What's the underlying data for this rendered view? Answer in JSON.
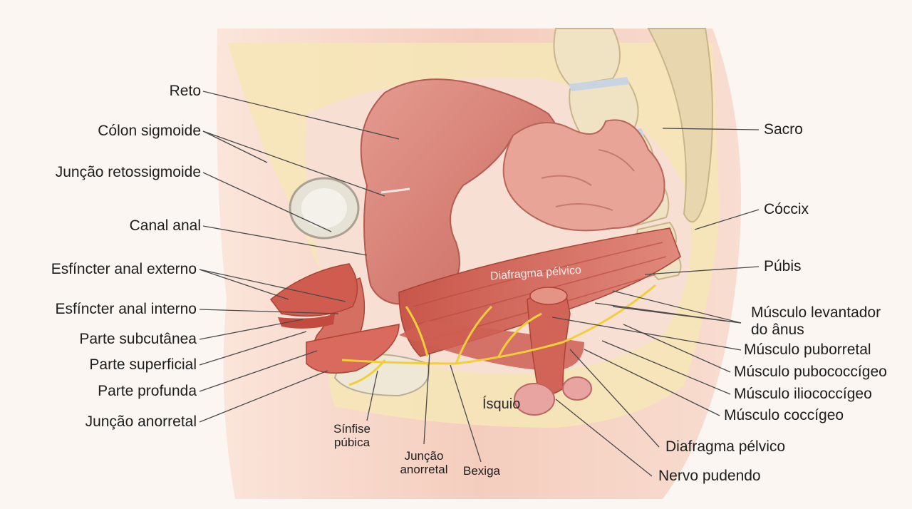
{
  "left_labels": {
    "reto": "Reto",
    "colon_sigmoide": "Cólon sigmoide",
    "juncao_retossigmoide": "Junção retossigmoide",
    "canal_anal": "Canal anal",
    "esfincter_externo": "Esfíncter anal externo",
    "esfincter_interno": "Esfíncter anal interno",
    "parte_subcutanea": "Parte subcutânea",
    "parte_superficial": "Parte superficial",
    "parte_profunda": "Parte profunda",
    "juncao_anorretal": "Junção anorretal"
  },
  "right_labels": {
    "sacro": "Sacro",
    "coccix": "Cóccix",
    "pubis": "Púbis",
    "levantador_1": "Músculo levantador",
    "levantador_2": "do ânus",
    "puborretal": "Músculo puborretal",
    "pubococcigeo": "Músculo pubococcígeo",
    "iliococcigeo": "Músculo iliococcígeo",
    "coccigeo": "Músculo coccígeo",
    "diafragma_pelvico": "Diafragma pélvico",
    "nervo_pudendo": "Nervo pudendo"
  },
  "bottom_labels": {
    "sinfise_1": "Sínfise",
    "sinfise_2": "púbica",
    "juncao_1": "Junção",
    "juncao_2": "anorretal",
    "bexiga": "Bexiga",
    "isquio": "Ísquio"
  },
  "inner_labels": {
    "diafragma_pelvico": "Diafragma pélvico"
  },
  "colors": {
    "skin": "#f4cfbf",
    "fat": "#f6e6b8",
    "muscle": "#d96c5f",
    "colon": "#d98a80",
    "bone": "#efe3c4",
    "nerve": "#f0cf3a",
    "leader": "#4a4a4a"
  }
}
